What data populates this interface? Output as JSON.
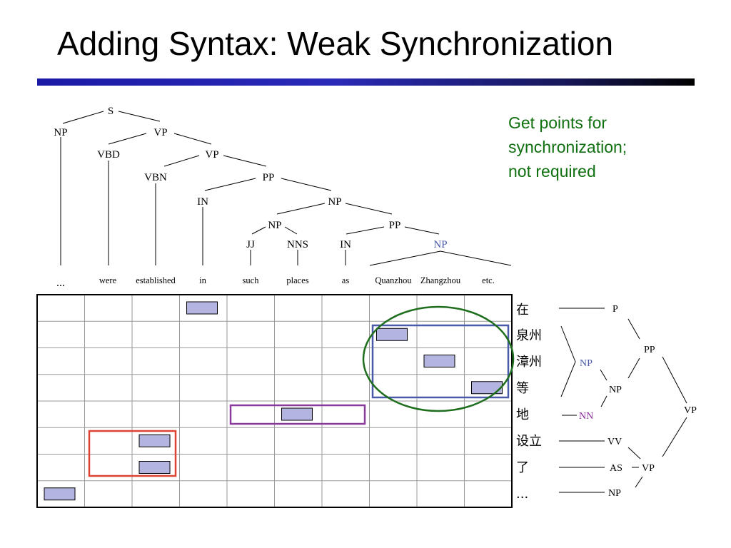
{
  "slide": {
    "title": "Adding Syntax: Weak Synchronization",
    "note": [
      "Get points for",
      "synchronization;",
      "not required"
    ]
  },
  "english_tree": {
    "labels": {
      "s": "S",
      "np1": "NP",
      "vp1": "VP",
      "vbd": "VBD",
      "vp2": "VP",
      "vbn": "VBN",
      "pp1": "PP",
      "in1": "IN",
      "np2": "NP",
      "np3": "NP",
      "pp2": "PP",
      "jj": "JJ",
      "nns": "NNS",
      "in2": "IN",
      "np4": "NP"
    },
    "words": [
      "...",
      "were",
      "established",
      "in",
      "such",
      "places",
      "as",
      "Quanzhou",
      "Zhangzhou",
      "etc."
    ]
  },
  "chinese_tree": {
    "words": [
      "在",
      "泉州",
      "漳州",
      "等",
      "地",
      "设立",
      "了",
      "..."
    ],
    "labels": {
      "p": "P",
      "pp": "PP",
      "np_blue": "NP",
      "np": "NP",
      "nn": "NN",
      "vp_top": "VP",
      "vv": "VV",
      "as": "AS",
      "vp_low": "VP",
      "np_last": "NP"
    }
  },
  "alignment_grid": {
    "columns": 10,
    "rows": 8,
    "cells": [
      [
        0,
        3
      ],
      [
        1,
        7
      ],
      [
        2,
        8
      ],
      [
        3,
        9
      ],
      [
        4,
        5
      ],
      [
        5,
        2
      ],
      [
        6,
        2
      ],
      [
        7,
        0
      ]
    ]
  },
  "colors": {
    "title_rule_start": "#1a1aa6",
    "note_green": "#107010",
    "blue_label": "#4a5aa8",
    "purple_label": "#8a2a9a",
    "cell_fill": "#b4b4e0",
    "box_blue": "#4a5aa8",
    "box_purple": "#8a3a9a",
    "box_red": "#dd4433",
    "ellipse_green": "#1e6e1e"
  }
}
